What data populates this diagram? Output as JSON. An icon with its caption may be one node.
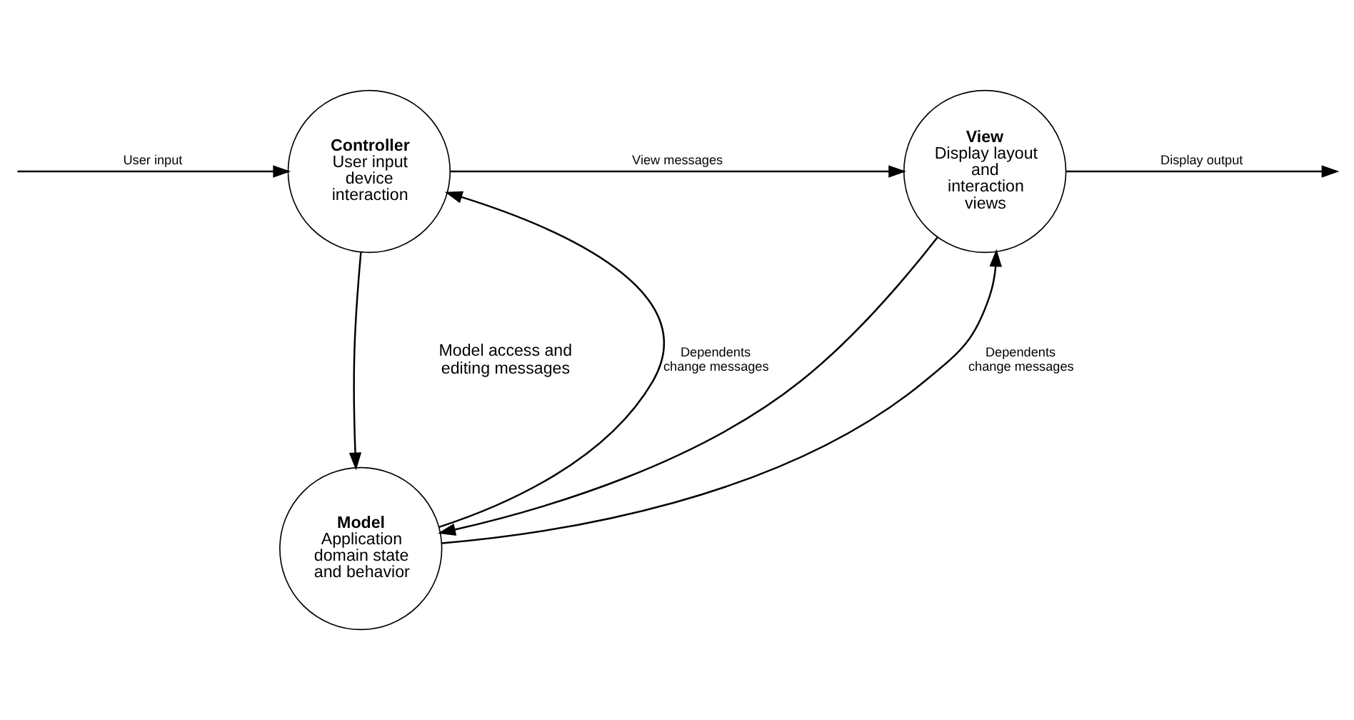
{
  "diagram": {
    "nodes": [
      {
        "text": [
          "Controller",
          "User input device interaction"
        ]
      },
      {
        "text": [
          "View",
          "Display layout and interaction views"
        ]
      },
      {
        "text": [
          "Model",
          "Application domain state and behavior"
        ]
      }
    ],
    "edges": [
      {
        "from": null,
        "to": 0,
        "arrow": "to",
        "label": "User input"
      },
      {
        "from": 0,
        "to": 1,
        "arrow": "to",
        "label": "View messages"
      },
      {
        "from": 1,
        "to": null,
        "arrow": "to",
        "label": "Display output"
      },
      {
        "from": 0,
        "to": 2,
        "arrow": "to"
      },
      {
        "from": 2,
        "to": 0,
        "arrow": "to",
        "label": "Dependents change messages"
      },
      {
        "from": 1,
        "to": 2,
        "arrow": "to"
      },
      {
        "from": 2,
        "to": 1,
        "arrow": "to",
        "label": "Dependents change messages"
      }
    ],
    "labels": [
      "Model access and editing messages"
    ]
  }
}
